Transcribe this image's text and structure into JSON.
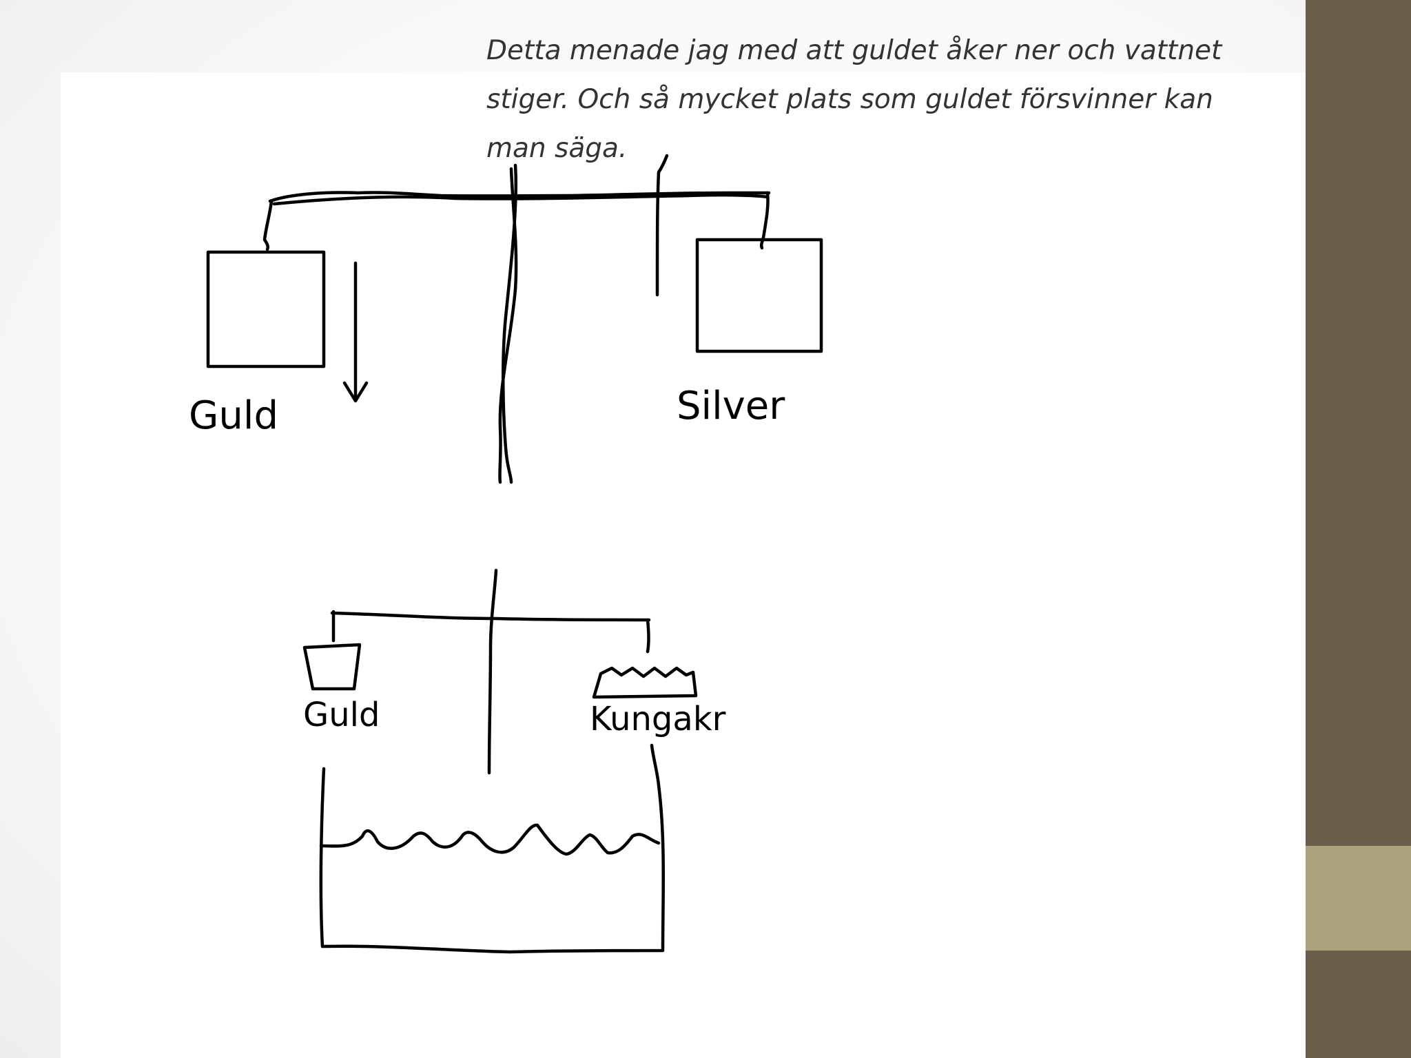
{
  "slide": {
    "caption": "Detta menade jag med att guldet åker ner och vattnet stiger. Och så mycket plats som guldet försvinner kan man säga."
  },
  "diagram_top": {
    "left_weight_label": "Guld",
    "right_weight_label": "Silver"
  },
  "diagram_bottom": {
    "left_weight_label": "Guld",
    "right_weight_label": "Kungakr"
  },
  "theme": {
    "sidebar_color": "#6a5e4a",
    "accent_color": "#ada47d",
    "text_color": "#333333"
  }
}
